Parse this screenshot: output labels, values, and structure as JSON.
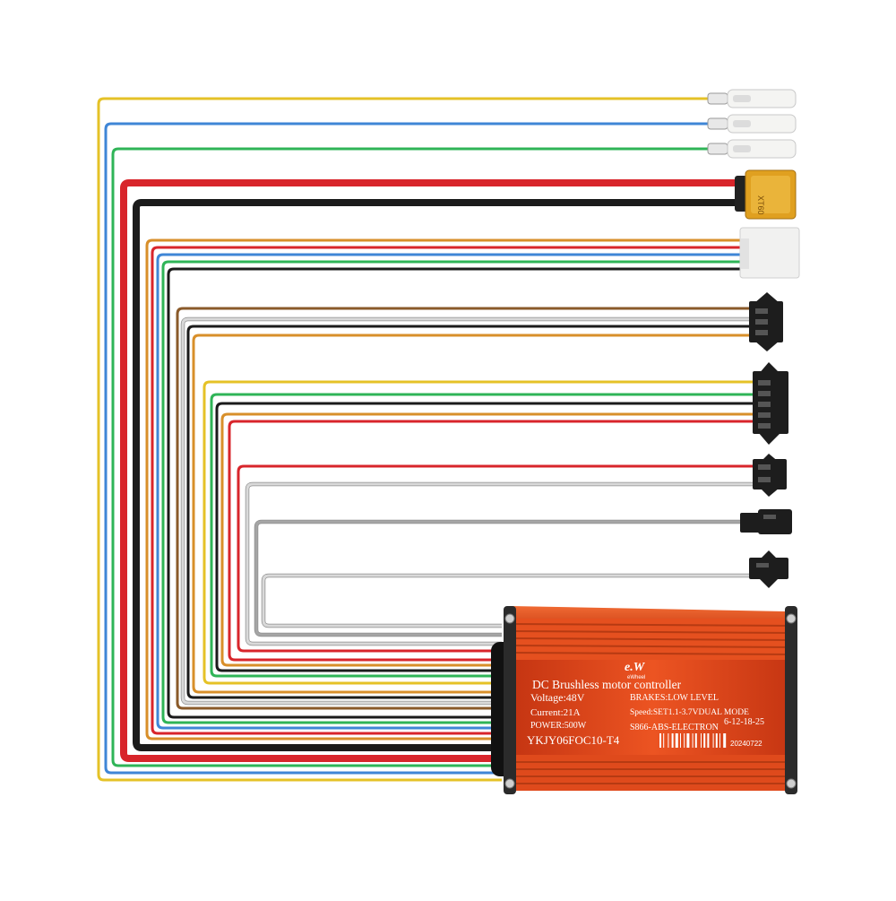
{
  "product": {
    "logo_text": "e.W",
    "brand_text": "eWheel",
    "title": "DC Brushless motor controller",
    "voltage": "Voltage:48V",
    "current": "Current:21A",
    "power": "POWER:500W",
    "model": "YKJY06FOC10-T4",
    "brakes": "BRAKES:LOW LEVEL",
    "speed": "Speed:SET1.1-3.7VDUAL MODE",
    "spec_code": "S866-ABS-ELECTRON",
    "spec_suffix": "6-12-18-25",
    "barcode_date": "20240722",
    "xt_label": "XT60"
  },
  "colors": {
    "yellow": "#e5c227",
    "blue": "#3f86d6",
    "green": "#2fb457",
    "red": "#d8252b",
    "black": "#1b1b1b",
    "orange": "#d88f2a",
    "white": "#d9d9d9",
    "brown": "#8a5a2a",
    "gray": "#a5a5a5",
    "controller": "#e3491b",
    "xt60": "#e0a020"
  },
  "connectors": [
    {
      "name": "bullet-yellow",
      "icon": "bullet-connector-icon",
      "wires": [
        "yellow"
      ]
    },
    {
      "name": "bullet-blue",
      "icon": "bullet-connector-icon",
      "wires": [
        "blue"
      ]
    },
    {
      "name": "bullet-green",
      "icon": "bullet-connector-icon",
      "wires": [
        "green"
      ]
    },
    {
      "name": "xt60-power",
      "icon": "xt60-connector-icon",
      "wires": [
        "red",
        "black"
      ]
    },
    {
      "name": "hall-sensor",
      "icon": "hall-connector-icon",
      "wires": [
        "orange",
        "red",
        "blue",
        "green",
        "black"
      ]
    },
    {
      "name": "throttle",
      "icon": "sm3-connector-icon",
      "wires": [
        "brown",
        "white",
        "black",
        "orange"
      ]
    },
    {
      "name": "pas-sensor",
      "icon": "sm5-connector-icon",
      "wires": [
        "yellow",
        "green",
        "black",
        "orange",
        "red"
      ]
    },
    {
      "name": "brake",
      "icon": "sm3-connector-icon",
      "wires": [
        "red",
        "white"
      ]
    },
    {
      "name": "switch-1",
      "icon": "sm2-connector-icon",
      "wires": [
        "gray"
      ]
    },
    {
      "name": "switch-2",
      "icon": "sm2-connector-icon",
      "wires": [
        "white"
      ]
    }
  ]
}
